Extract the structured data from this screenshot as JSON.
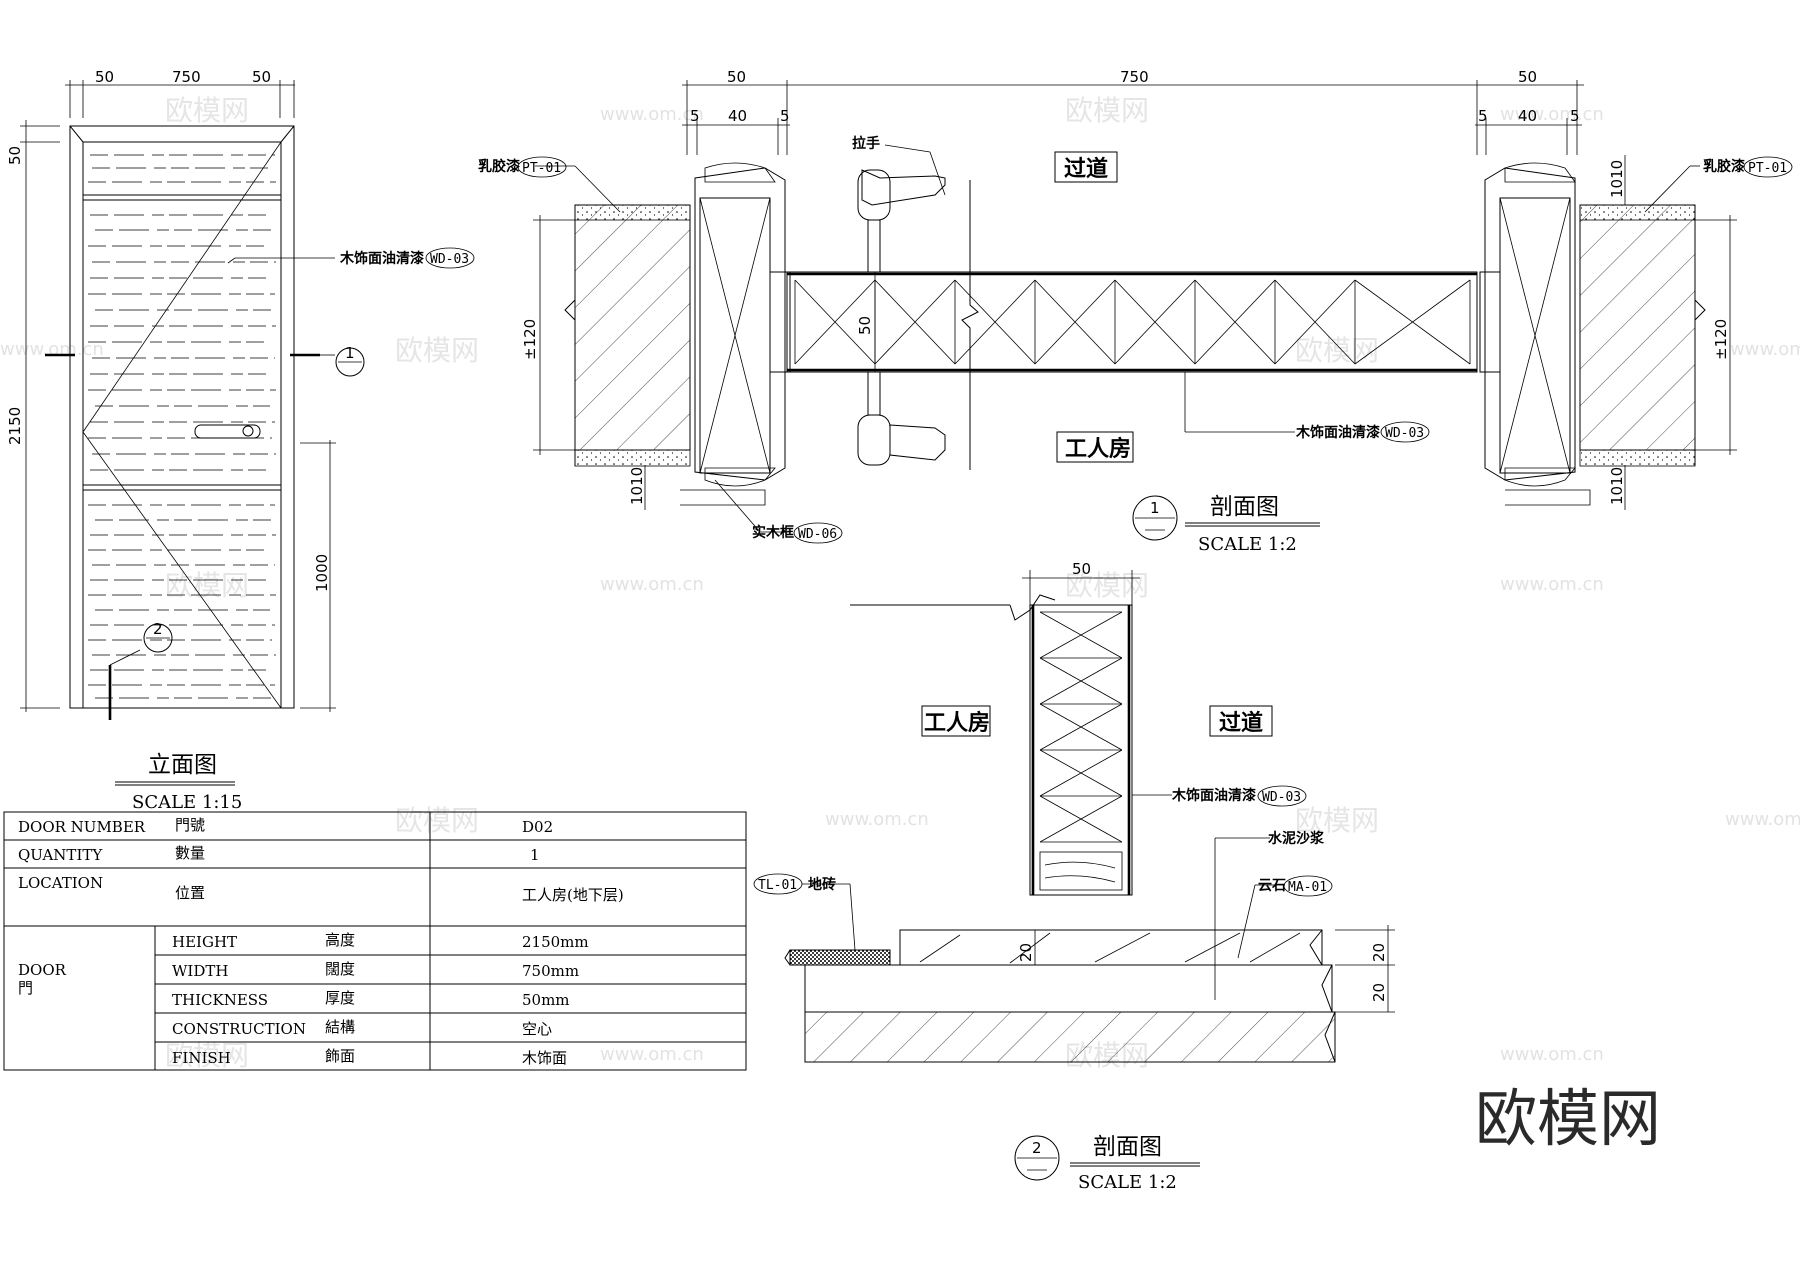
{
  "elevation": {
    "dims_top": [
      "50",
      "750",
      "50"
    ],
    "dim_left_top": "50",
    "dim_left_main": "2150",
    "dim_right": "1000",
    "finish_label": "木饰面油清漆",
    "finish_tag": "WD-03",
    "section_marker_1": "1",
    "section_marker_2": "2",
    "title": "立面图",
    "scale": "SCALE 1:15"
  },
  "section1": {
    "dims_top": [
      "50",
      "750",
      "50"
    ],
    "dims_sub_left": [
      "5",
      "40",
      "5"
    ],
    "dims_sub_right": [
      "5",
      "40",
      "5"
    ],
    "paint_label": "乳胶漆",
    "paint_tag": "PT-01",
    "handle_label": "拉手",
    "room_top": "过道",
    "room_bottom": "工人房",
    "dim_wall": "±120",
    "dim_door": "50",
    "dim_1010": "1010",
    "finish_label": "木饰面油清漆",
    "finish_tag": "WD-03",
    "frame_label": "实木框",
    "frame_tag": "WD-06",
    "marker": "1",
    "title": "剖面图",
    "scale": "SCALE 1:2"
  },
  "section2": {
    "dim_top": "50",
    "room_left": "工人房",
    "room_right": "过道",
    "finish_label": "木饰面油清漆",
    "finish_tag": "WD-03",
    "mortar_label": "水泥沙浆",
    "stone_label": "云石",
    "stone_tag": "MA-01",
    "tile_tag": "TL-01",
    "tile_label": "地砖",
    "dim_20": "20",
    "marker": "2",
    "title": "剖面图",
    "scale": "SCALE 1:2"
  },
  "schedule": {
    "rows": [
      {
        "en": "DOOR NUMBER",
        "zh": "門號",
        "value": "D02"
      },
      {
        "en": "QUANTITY",
        "zh": "數量",
        "value": "1"
      },
      {
        "en": "LOCATION",
        "zh": "位置",
        "value": "工人房(地下层)"
      }
    ],
    "door_en": "DOOR",
    "door_zh": "門",
    "door_rows": [
      {
        "en": "HEIGHT",
        "zh": "高度",
        "value": "2150mm"
      },
      {
        "en": "WIDTH",
        "zh": "闊度",
        "value": "750mm"
      },
      {
        "en": "THICKNESS",
        "zh": "厚度",
        "value": "50mm"
      },
      {
        "en": "CONSTRUCTION",
        "zh": "結構",
        "value": "空心"
      },
      {
        "en": "FINISH",
        "zh": "飾面",
        "value": "木饰面"
      }
    ]
  },
  "watermark": {
    "logo": "欧模网",
    "url": "www.om.cn",
    "big": "欧模网"
  }
}
